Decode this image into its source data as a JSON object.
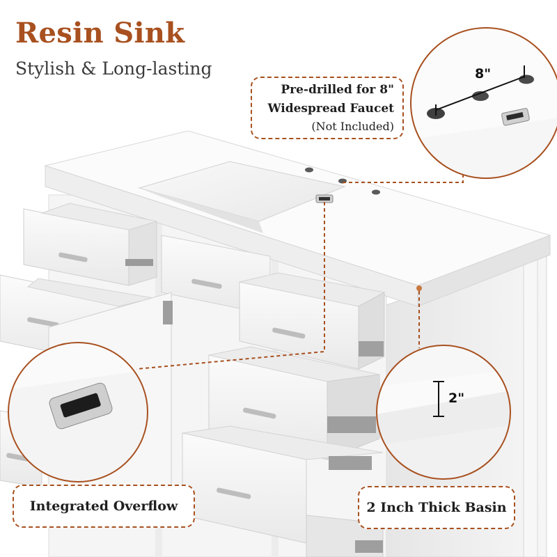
{
  "heading": {
    "title": "Resin Sink",
    "subtitle": "Stylish & Long-lasting"
  },
  "callouts": {
    "faucet": {
      "line1": "Pre-drilled for 8\"",
      "line2": "Widespread Faucet",
      "line3": "(Not Included)"
    },
    "overflow": {
      "label": "Integrated Overflow"
    },
    "thickness": {
      "label": "2 Inch Thick Basin"
    }
  },
  "details": {
    "faucet_spacing": "8\"",
    "basin_thickness": "2\""
  },
  "colors": {
    "accent": "#a8501f",
    "text": "#1f1f1f",
    "cabinet": "#f3f3f3"
  }
}
